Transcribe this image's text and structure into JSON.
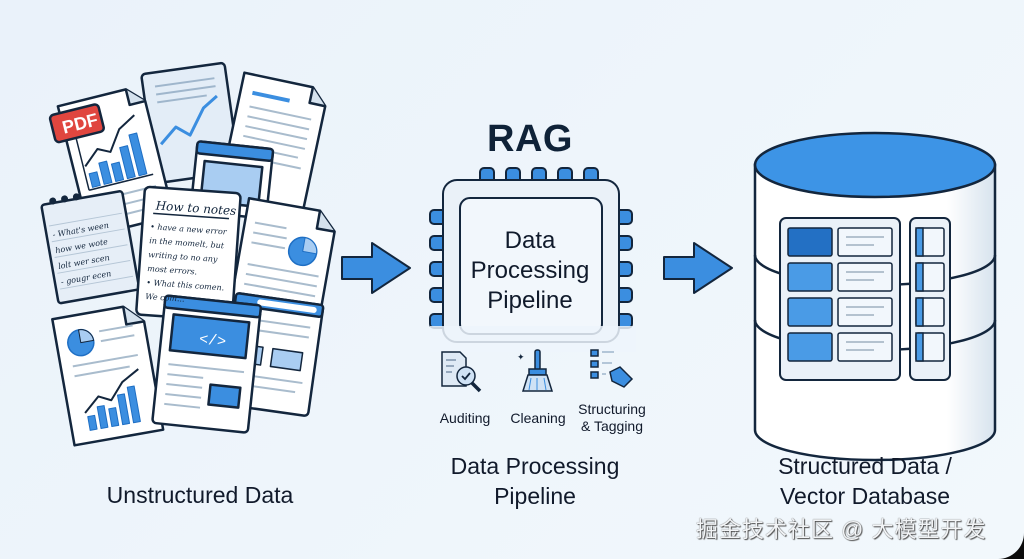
{
  "title": "RAG",
  "stages": [
    {
      "id": "unstructured",
      "label": "Unstructured Data"
    },
    {
      "id": "pipeline",
      "label_line1": "Data Processing",
      "label_line2": "Pipeline"
    },
    {
      "id": "structured",
      "label_line1": "Structured Data /",
      "label_line2": "Vector Database"
    }
  ],
  "chip": {
    "line1": "Data",
    "line2": "Processing",
    "line3": "Pipeline"
  },
  "steps": [
    {
      "icon": "audit-magnifier-icon",
      "label": "Auditing"
    },
    {
      "icon": "broom-icon",
      "label": "Cleaning"
    },
    {
      "icon": "list-tag-icon",
      "label_line1": "Structuring",
      "label_line2": "& Tagging"
    }
  ],
  "documents": {
    "pdf_badge": "PDF",
    "notes_title": "How to notes",
    "notes_lines": [
      "• have a new error",
      "in the momelt, but",
      "writing to no any",
      "most errors.",
      "• What this comen.",
      "We com..."
    ],
    "notebook_lines": [
      "- What's ween",
      "how we wote",
      "lolt wer scen",
      "- gougr ecen"
    ],
    "code_glyph": "</>"
  },
  "watermark": "掘金技术社区 @ 大模型开发",
  "colors": {
    "accent": "#3b8ee0",
    "accent_dark": "#1f6fc4",
    "outline": "#13263d",
    "pdf": "#e0463f",
    "bg": "#edf4fb"
  }
}
